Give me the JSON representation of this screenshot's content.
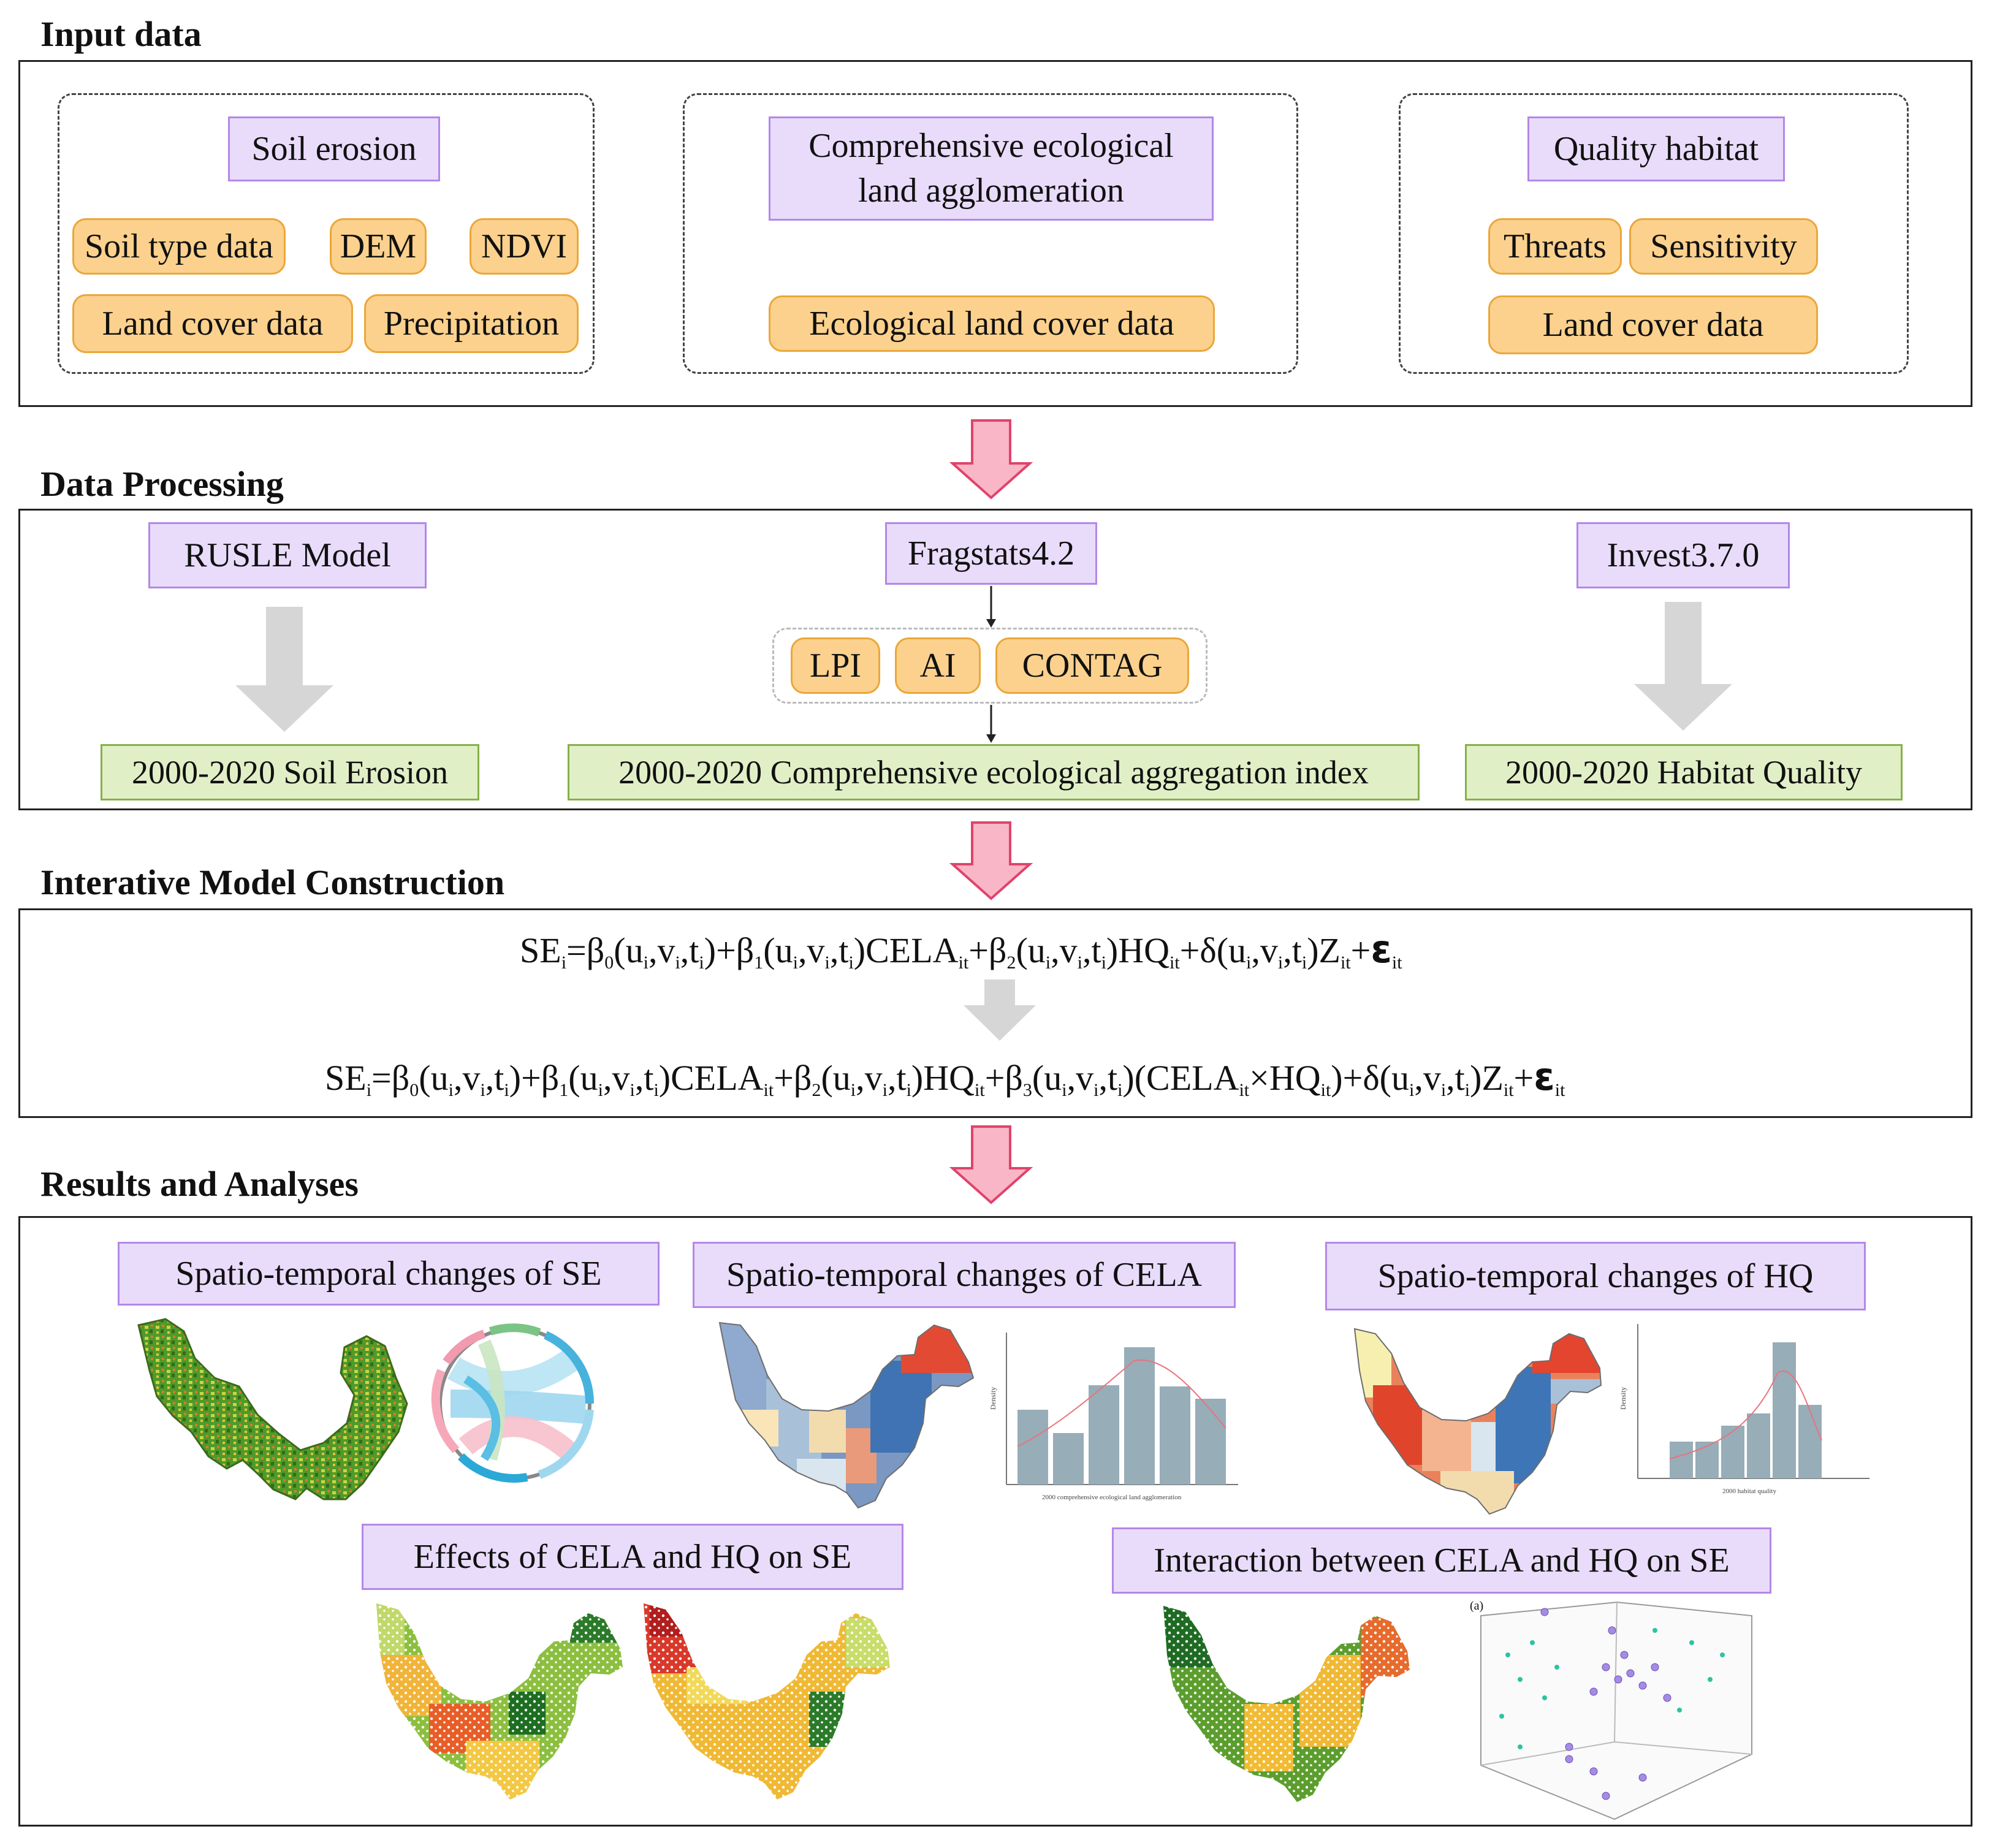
{
  "sections": {
    "input": "Input data",
    "processing": "Data Processing",
    "model": "Interative Model Construction",
    "results": "Results and Analyses"
  },
  "input": {
    "soil": {
      "title": "Soil erosion",
      "items": [
        "Soil type data",
        "DEM",
        "NDVI",
        "Land cover data",
        "Precipitation"
      ]
    },
    "cela": {
      "title_lines": [
        "Comprehensive ecological",
        "land agglomeration"
      ],
      "item": "Ecological land cover data"
    },
    "habitat": {
      "title": "Quality habitat",
      "items": [
        "Threats",
        "Sensitivity",
        "Land cover data"
      ]
    }
  },
  "processing": {
    "rusle": "RUSLE Model",
    "fragstats": "Fragstats4.2",
    "invest": "Invest3.7.0",
    "metrics": [
      "LPI",
      "AI",
      "CONTAG"
    ],
    "out_se": "2000-2020 Soil Erosion",
    "out_cela": "2000-2020 Comprehensive ecological aggregation index",
    "out_hq": "2000-2020 Habitat Quality"
  },
  "model": {
    "eq1": [
      {
        "t": "SE"
      },
      {
        "s": "i"
      },
      {
        "t": "=β"
      },
      {
        "s": "0"
      },
      {
        "t": "(u"
      },
      {
        "s": "i"
      },
      {
        "t": ",v"
      },
      {
        "s": "i"
      },
      {
        "t": ",t"
      },
      {
        "s": "i"
      },
      {
        "t": ")+β"
      },
      {
        "s": "1"
      },
      {
        "t": "(u"
      },
      {
        "s": "i"
      },
      {
        "t": ",v"
      },
      {
        "s": "i"
      },
      {
        "t": ",t"
      },
      {
        "s": "i"
      },
      {
        "t": ")CELA"
      },
      {
        "s": "it"
      },
      {
        "t": "+β"
      },
      {
        "s": "2"
      },
      {
        "t": "(u"
      },
      {
        "s": "i"
      },
      {
        "t": ",v"
      },
      {
        "s": "i"
      },
      {
        "t": ",t"
      },
      {
        "s": "i"
      },
      {
        "t": ")HQ"
      },
      {
        "s": "it"
      },
      {
        "t": "+δ(u"
      },
      {
        "s": "i"
      },
      {
        "t": ",v"
      },
      {
        "s": "i"
      },
      {
        "t": ",t"
      },
      {
        "s": "i"
      },
      {
        "t": ")Z"
      },
      {
        "s": "it"
      },
      {
        "t": "+"
      },
      {
        "e": "ε"
      },
      {
        "s": "it"
      }
    ],
    "eq2": [
      {
        "t": "SE"
      },
      {
        "s": "i"
      },
      {
        "t": "=β"
      },
      {
        "s": "0"
      },
      {
        "t": "(u"
      },
      {
        "s": "i"
      },
      {
        "t": ",v"
      },
      {
        "s": "i"
      },
      {
        "t": ",t"
      },
      {
        "s": "i"
      },
      {
        "t": ")+β"
      },
      {
        "s": "1"
      },
      {
        "t": "(u"
      },
      {
        "s": "i"
      },
      {
        "t": ",v"
      },
      {
        "s": "i"
      },
      {
        "t": ",t"
      },
      {
        "s": "i"
      },
      {
        "t": ")CELA"
      },
      {
        "s": "it"
      },
      {
        "t": "+β"
      },
      {
        "s": "2"
      },
      {
        "t": "(u"
      },
      {
        "s": "i"
      },
      {
        "t": ",v"
      },
      {
        "s": "i"
      },
      {
        "t": ",t"
      },
      {
        "s": "i"
      },
      {
        "t": ")HQ"
      },
      {
        "s": "it"
      },
      {
        "t": "+β"
      },
      {
        "s": "3"
      },
      {
        "t": "(u"
      },
      {
        "s": "i"
      },
      {
        "t": ",v"
      },
      {
        "s": "i"
      },
      {
        "t": ",t"
      },
      {
        "s": "i"
      },
      {
        "t": ")(CELA"
      },
      {
        "s": "it"
      },
      {
        "t": "×HQ"
      },
      {
        "s": "it"
      },
      {
        "t": ")+δ(u"
      },
      {
        "s": "i"
      },
      {
        "t": ",v"
      },
      {
        "s": "i"
      },
      {
        "t": ",t"
      },
      {
        "s": "i"
      },
      {
        "t": ")Z"
      },
      {
        "s": "it"
      },
      {
        "t": "+"
      },
      {
        "e": "ε"
      },
      {
        "s": "it"
      }
    ]
  },
  "results": {
    "se_changes": "Spatio-temporal changes of SE",
    "cela_changes": "Spatio-temporal changes of CELA",
    "hq_changes": "Spatio-temporal changes of HQ",
    "effects": "Effects of CELA and HQ on SE",
    "interaction": "Interaction between CELA and HQ on SE",
    "cela_hist": {
      "ylabel": "Density",
      "xlabel": "2000 comprehensive ecological land agglomeration"
    },
    "hq_hist": {
      "ylabel": "Density",
      "xlabel": "2000 habitat quality"
    },
    "scatter_label": "(a)"
  },
  "colors": {
    "purple_fill": "#e9dcfb",
    "purple_border": "#b487e8",
    "orange_fill": "#fbd18d",
    "orange_border": "#eba73a",
    "green_fill": "#e1efc6",
    "green_border": "#86b04a",
    "arrow_pink": "#f8b6c6",
    "arrow_pink_border": "#e0436b",
    "arrow_gray": "#d6d6d6"
  }
}
